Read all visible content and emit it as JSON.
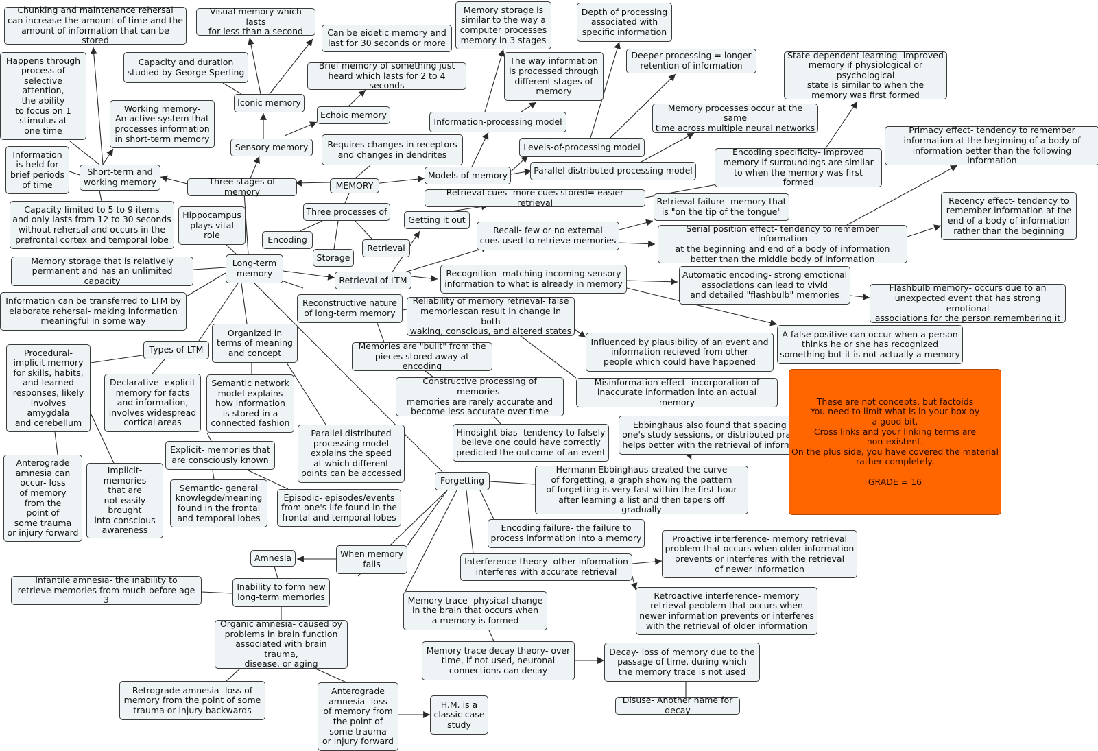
{
  "map": {
    "nodes": [
      {
        "key": "memory",
        "text": "MEMORY"
      },
      {
        "key": "three_stages",
        "text": "Three stages of memory"
      },
      {
        "key": "sensory",
        "text": "Sensory memory"
      },
      {
        "key": "iconic",
        "text": "Iconic memory"
      },
      {
        "key": "echoic",
        "text": "Echoic memory"
      },
      {
        "key": "visual_lasts",
        "text": "Visual memory which lasts\nfor less than a second"
      },
      {
        "key": "eidetic",
        "text": "Can be eidetic memory and\nlast for 30 seconds or more"
      },
      {
        "key": "sperling",
        "text": "Capacity and duration\nstudied by George Sperling"
      },
      {
        "key": "brief_heard",
        "text": "Brief memory of something just\nheard which lasts for 2 to 4 seconds"
      },
      {
        "key": "stm",
        "text": "Short-term and\nworking memory"
      },
      {
        "key": "chunking",
        "text": "Chunking and maintenance rehersal\ncan increase the amount of time and the\namount of information that can be stored"
      },
      {
        "key": "selective",
        "text": "Happens through\nprocess of\nselective\nattention,\nthe ability\nto focus on 1\nstimulus at\none time"
      },
      {
        "key": "working",
        "text": "Working memory-\nAn active system that\nprocesses information\nin short-term memory"
      },
      {
        "key": "info_held",
        "text": "Information\nis held for\nbrief periods\nof time"
      },
      {
        "key": "capacity",
        "text": "Capacity limited to 5 to 9 items\nand only lasts from 12 to 30 seconds\nwithout rehersal and occurs in the\nprefrontal cortex and temporal lobe"
      },
      {
        "key": "ltm",
        "text": "Long-term\nmemory"
      },
      {
        "key": "hippocampus",
        "text": "Hippocampus\nplays vital\nrole"
      },
      {
        "key": "ltm_storage",
        "text": "Memory storage that is relatively\npermanent and has an unlimited capacity"
      },
      {
        "key": "elaborate",
        "text": "Information can be transferred to LTM by\nelaborate rehersal- making information\nmeaningful in some way"
      },
      {
        "key": "types_ltm",
        "text": "Types of LTM"
      },
      {
        "key": "procedural",
        "text": "Procedural-\nimplicit memory\nfor skills, habits,\nand learned\nresponses, likely\ninvolves\namygdala\nand cerebellum"
      },
      {
        "key": "antero_left",
        "text": "Anterograde\namnesia can\noccur- loss\nof memory\nfrom the\npoint of\nsome trauma\nor injury forward"
      },
      {
        "key": "implicit",
        "text": "Implicit-\nmemories\nthat are\nnot easily\nbrought\ninto conscious\nawareness"
      },
      {
        "key": "declarative",
        "text": "Declarative- explicit\nmemory for facts\nand information,\ninvolves widespread\ncortical areas"
      },
      {
        "key": "explicit",
        "text": "Explicit- memories that\nare consciously known"
      },
      {
        "key": "semantic",
        "text": "Semantic- general\nknowlegde/meaning\nfound in the frontal\nand temporal lobes"
      },
      {
        "key": "episodic",
        "text": "Episodic- episodes/events\nfrom one's life found in the\nfrontal and temporal lobes"
      },
      {
        "key": "organized",
        "text": "Organized in\nterms of meaning\nand concept"
      },
      {
        "key": "semantic_net",
        "text": "Semantic network\nmodel explains\nhow information\nis stored in a\nconnected fashion"
      },
      {
        "key": "pdp_speed",
        "text": "Parallel distributed\nprocessing model\nexplains the speed\nat which different\npoints can be accessed"
      },
      {
        "key": "three_proc",
        "text": "Three processes of"
      },
      {
        "key": "encoding",
        "text": "Encoding"
      },
      {
        "key": "storage",
        "text": "Storage"
      },
      {
        "key": "retrieval",
        "text": "Retrieval"
      },
      {
        "key": "receptors",
        "text": "Requires changes in receptors\nand changes in dendrites"
      },
      {
        "key": "models",
        "text": "Models of memory"
      },
      {
        "key": "info_proc",
        "text": "Information-processing model"
      },
      {
        "key": "mem_storage_comp",
        "text": "Memory storage is\nsimilar to the way a\ncomputer processes\nmemory in 3 stages"
      },
      {
        "key": "way_info",
        "text": "The way information\nis processed through\ndifferent stages of\nmemory"
      },
      {
        "key": "levels",
        "text": "Levels-of-processing model"
      },
      {
        "key": "depth",
        "text": "Depth of processing\nassociated with\nspecific information"
      },
      {
        "key": "deeper",
        "text": "Deeper processing = longer\nretention of information"
      },
      {
        "key": "pdp",
        "text": "Parallel distributed processing model"
      },
      {
        "key": "mem_proc_same",
        "text": "Memory processes occur at the same\ntime across multiple neural networks"
      },
      {
        "key": "retrieval_cues",
        "text": "Retrieval cues- more cues stored= easier retrieval"
      },
      {
        "key": "encoding_spec",
        "text": "Encoding specificity- improved\nmemory if surroundings are  similar\nto when the memory was first formed"
      },
      {
        "key": "state_dep",
        "text": "State-dependent learning- improved\nmemory if physiological or psychological\nstate is similar to when the\nmemory was first formed"
      },
      {
        "key": "getting_out",
        "text": "Getting it out"
      },
      {
        "key": "retrieval_ltm",
        "text": "Retrieval of LTM"
      },
      {
        "key": "recall",
        "text": "Recall- few or no external\ncues used to retrieve memories"
      },
      {
        "key": "retrieval_fail",
        "text": "Retrieval failure- memory that\nis \"on the tip of the tongue\""
      },
      {
        "key": "serial",
        "text": "Serial position effect- tendency to remember information\nat the beginning and end of a body of information\nbetter than the middle body of information"
      },
      {
        "key": "primacy",
        "text": "Primacy effect- tendency to remember\ninformation at the beginning of a body of\ninformation better than the following information"
      },
      {
        "key": "recency",
        "text": "Recency effect- tendency to\nremember information at the\nend of a body of information\nrather than the beginning"
      },
      {
        "key": "recognition",
        "text": "Recognition- matching incoming sensory\ninformation to what is already in memory"
      },
      {
        "key": "auto_enc",
        "text": "Automatic encoding- strong emotional\nassociations can lead to vivid\nand detailed \"flashbulb\" memories"
      },
      {
        "key": "flashbulb",
        "text": "Flashbulb memory- occurs due to an\nunexpected event that has strong emotional\nassociations for the person remembering it"
      },
      {
        "key": "false_pos",
        "text": "A false positive can occur when a person\nthinks he or she has recognized\nsomething but it is not actually a memory"
      },
      {
        "key": "reconstructive",
        "text": "Reconstructive nature\nof long-term memory"
      },
      {
        "key": "reliability",
        "text": "Reliability of memory retrieval- false\nmemoriescan result in change in both\nwaking, conscious, and altered states"
      },
      {
        "key": "plausibility",
        "text": "Influenced by plausibility of an event and\ninformation recieved from other\npeople which could have happened"
      },
      {
        "key": "built",
        "text": "Memories are \"built\" from the\npieces stored away at encoding"
      },
      {
        "key": "constructive",
        "text": "Constructive processing of memories-\nmemories are rarely accurate and\nbecome less accurate over time"
      },
      {
        "key": "misinfo",
        "text": "Misinformation effect- incorporation of\ninaccurate information into an actual memory"
      },
      {
        "key": "hindsight",
        "text": "Hindsight bias- tendency to falsely\nbelieve one could have correctly\npredicted the outcome of an event"
      },
      {
        "key": "forgetting",
        "text": "Forgetting"
      },
      {
        "key": "ebbinghaus_spacing",
        "text": "Ebbinghaus also found that spacing out\none's study sessions, or distributed practice,\nhelps better with the retrieval of information"
      },
      {
        "key": "ebbinghaus_curve",
        "text": "Hermann Ebbinghaus created the curve\nof forgetting, a graph showing the pattern\nof forgetting is very fast within the first hour\nafter learning a list and then tapers off gradually"
      },
      {
        "key": "enc_failure",
        "text": "Encoding failure- the failure to\nprocess information into a memory"
      },
      {
        "key": "interference",
        "text": "Interference theory- other information\ninterferes with accurate retrieval"
      },
      {
        "key": "proactive",
        "text": "Proactive interference- memory retrieval\nproblem that occurs when older information\nprevents or interferes with the retrieval\nof newer information"
      },
      {
        "key": "retroactive",
        "text": "Retroactive interference- memory\nretrieval peoblem that occurs when\nnewer information prevents or interferes\nwith the retrieval of older information"
      },
      {
        "key": "mem_trace",
        "text": "Memory trace- physical change\nin the brain that occurs when\na memory is formed"
      },
      {
        "key": "trace_decay",
        "text": "Memory trace decay theory- over\ntime, if not used, neuronal\nconnections can decay"
      },
      {
        "key": "decay",
        "text": "Decay- loss of memory due to the\npassage of time, during which\nthe memory trace is not used"
      },
      {
        "key": "disuse",
        "text": "Disuse- Another name for decay"
      },
      {
        "key": "when_fails",
        "text": "When memory\nfails"
      },
      {
        "key": "amnesia",
        "text": "Amnesia"
      },
      {
        "key": "inability",
        "text": "Inability to form new\nlong-term memories"
      },
      {
        "key": "infantile",
        "text": "Infantile amnesia- the inability to\nretrieve memories from much before age 3"
      },
      {
        "key": "organic",
        "text": "Organic amnesia- caused by\nproblems in brain function\nassociated with brain trauma,\ndisease, or aging"
      },
      {
        "key": "retrograde",
        "text": "Retrograde amnesia- loss of\nmemory from the point of some\ntrauma or injury backwards"
      },
      {
        "key": "antero_bottom",
        "text": "Anterograde\namnesia- loss\nof memory from\nthe point of\nsome trauma\nor injury forward"
      },
      {
        "key": "hm",
        "text": "H.M. is a\nclassic case\nstudy"
      },
      {
        "key": "grade_note",
        "text": "These are not concepts, but factoids\nYou need to limit what is in your box by\na good bit.\nCross links and your linking terms are\nnon-existent.\nOn the plus side, you have covered the material\nrather completely.\n\nGRADE = 16"
      }
    ]
  },
  "colors": {
    "node_bg": "#eef3f6",
    "node_border": "#3b3b3b",
    "line": "#2a2a2a",
    "note_bg": "#ff6600",
    "note_text": "#2a0a00"
  }
}
